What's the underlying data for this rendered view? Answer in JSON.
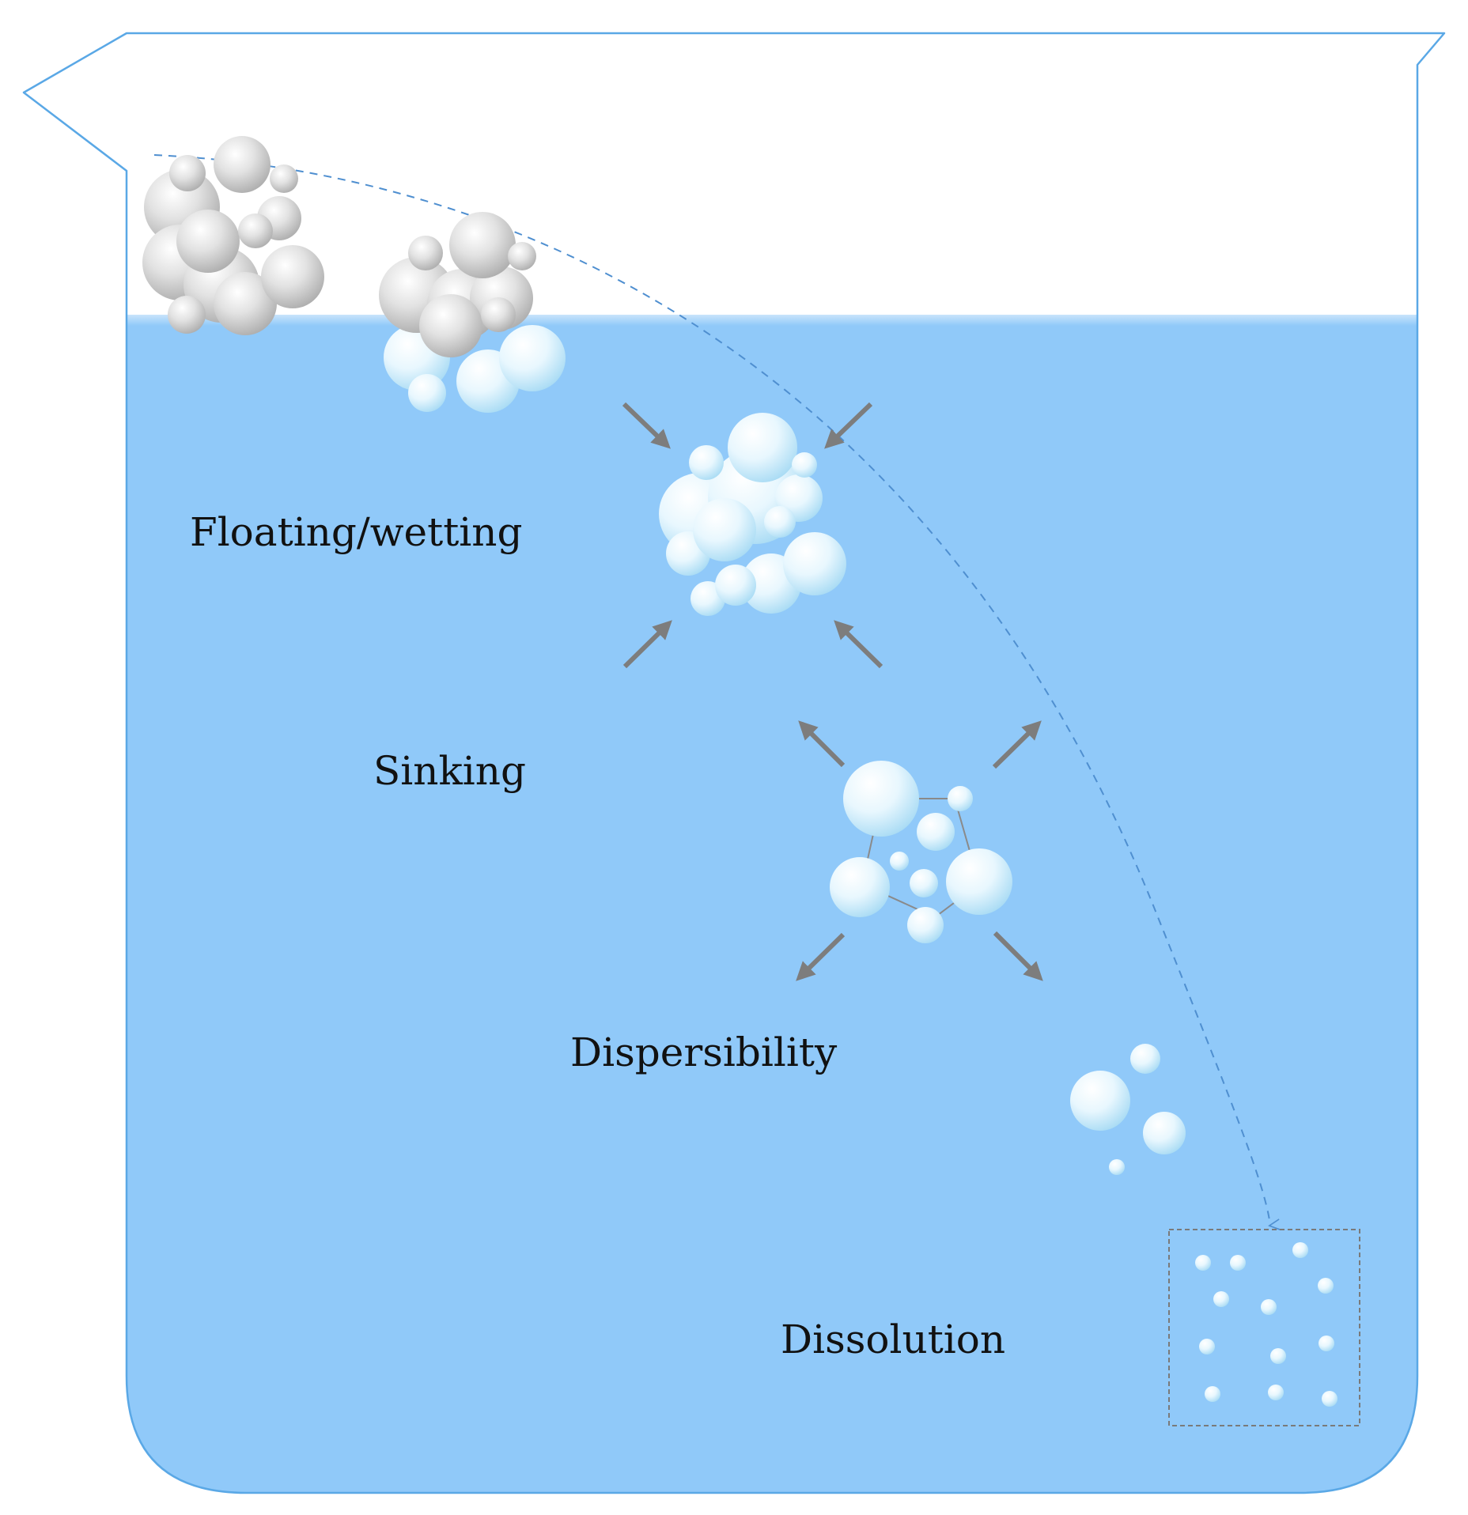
{
  "labels": {
    "floating": "Floating/wetting",
    "sinking": "Sinking",
    "dispersibility": "Dispersibility",
    "dissolution": "Dissolution"
  },
  "colors": {
    "water": "#90c9f9",
    "beaker_outline": "#5aa8e6",
    "path_dash": "#4f8fd0",
    "arrow": "#7d7d7d",
    "dry_particle": "#c7c7c7",
    "wet_particle": "#d6effc",
    "dissolution_box": "#7a7a7a"
  },
  "icons": {
    "beaker": "beaker-icon",
    "dry_powder": "powder-cluster-icon",
    "wet_particle": "particle-icon",
    "arrow": "arrow-icon",
    "dissolved_particles": "dissolved-particle-icon"
  }
}
